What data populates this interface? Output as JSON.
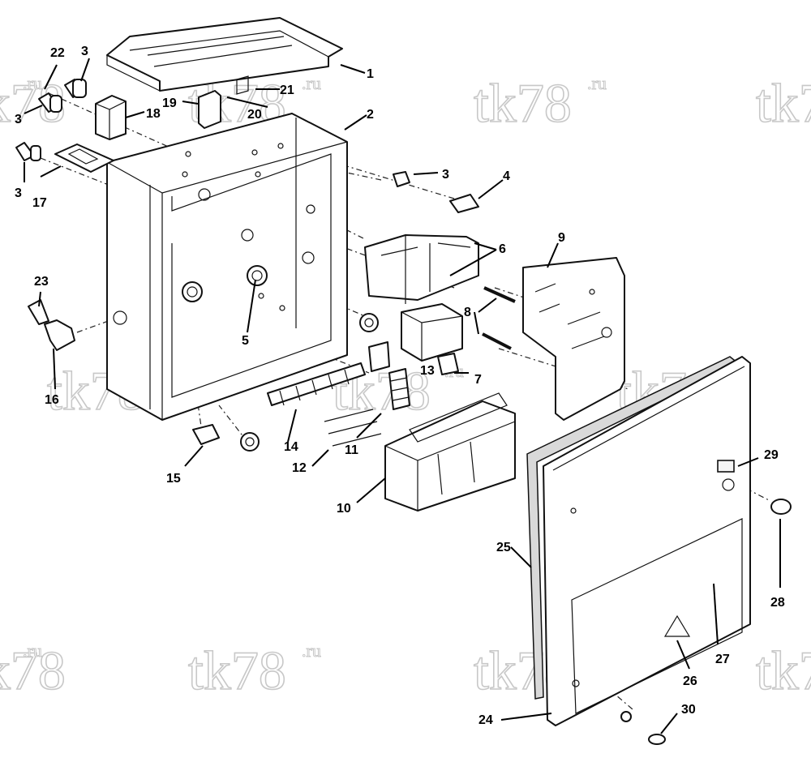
{
  "watermark": {
    "text": "tk78",
    "suffix": ".ru"
  },
  "callouts": [
    {
      "id": "c1",
      "label": "1"
    },
    {
      "id": "c2",
      "label": "2"
    },
    {
      "id": "c3a",
      "label": "3"
    },
    {
      "id": "c3b",
      "label": "3"
    },
    {
      "id": "c3c",
      "label": "3"
    },
    {
      "id": "c3d",
      "label": "3"
    },
    {
      "id": "c4",
      "label": "4"
    },
    {
      "id": "c5",
      "label": "5"
    },
    {
      "id": "c6",
      "label": "6"
    },
    {
      "id": "c7",
      "label": "7"
    },
    {
      "id": "c8",
      "label": "8"
    },
    {
      "id": "c9",
      "label": "9"
    },
    {
      "id": "c10",
      "label": "10"
    },
    {
      "id": "c11",
      "label": "11"
    },
    {
      "id": "c12",
      "label": "12"
    },
    {
      "id": "c13",
      "label": "13"
    },
    {
      "id": "c14",
      "label": "14"
    },
    {
      "id": "c15",
      "label": "15"
    },
    {
      "id": "c16",
      "label": "16"
    },
    {
      "id": "c17",
      "label": "17"
    },
    {
      "id": "c18",
      "label": "18"
    },
    {
      "id": "c19",
      "label": "19"
    },
    {
      "id": "c20",
      "label": "20"
    },
    {
      "id": "c21",
      "label": "21"
    },
    {
      "id": "c22",
      "label": "22"
    },
    {
      "id": "c23",
      "label": "23"
    },
    {
      "id": "c24",
      "label": "24"
    },
    {
      "id": "c25",
      "label": "25"
    },
    {
      "id": "c26",
      "label": "26"
    },
    {
      "id": "c27",
      "label": "27"
    },
    {
      "id": "c28",
      "label": "28"
    },
    {
      "id": "c29",
      "label": "29"
    },
    {
      "id": "c30",
      "label": "30"
    }
  ]
}
